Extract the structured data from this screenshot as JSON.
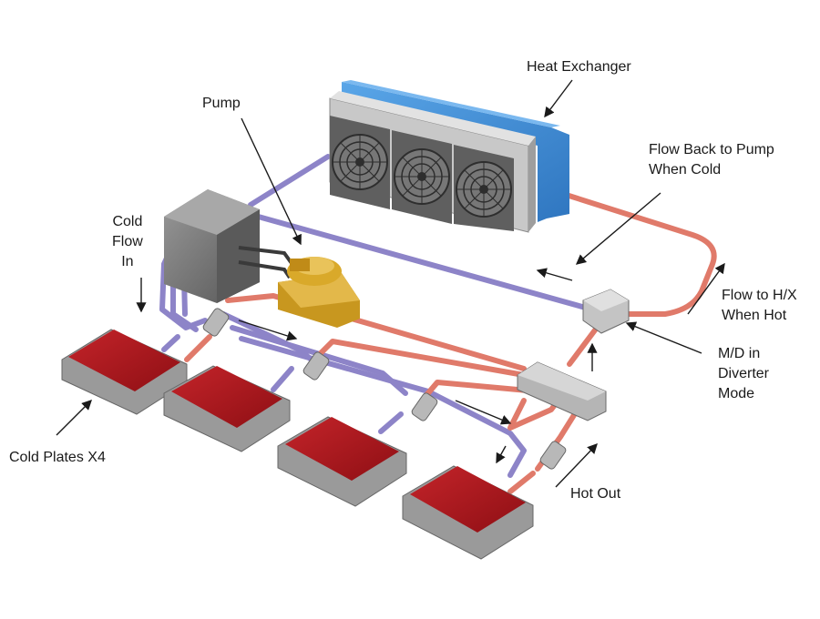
{
  "labels": {
    "heat_exchanger": "Heat Exchanger",
    "pump": "Pump",
    "flow_back": [
      "Flow Back to Pump",
      "When Cold"
    ],
    "cold_flow_in": [
      "Cold",
      "Flow",
      "In"
    ],
    "flow_to_hx": [
      "Flow to H/X",
      "When Hot"
    ],
    "md_diverter": [
      "M/D in",
      "Diverter",
      "Mode"
    ],
    "cold_plates": "Cold Plates X4",
    "hot_out": "Hot Out"
  },
  "colors": {
    "cold_pipe": "#8d84c8",
    "hot_pipe": "#e07a6a",
    "plate_red": "#b0161c",
    "plate_metal": "#9a9a9a",
    "hx_blue": "#3f8fd6",
    "fan_gray": "#6b6b6b",
    "pump_yellow": "#d9a92a",
    "reservoir_gray": "#7d7d7d"
  }
}
